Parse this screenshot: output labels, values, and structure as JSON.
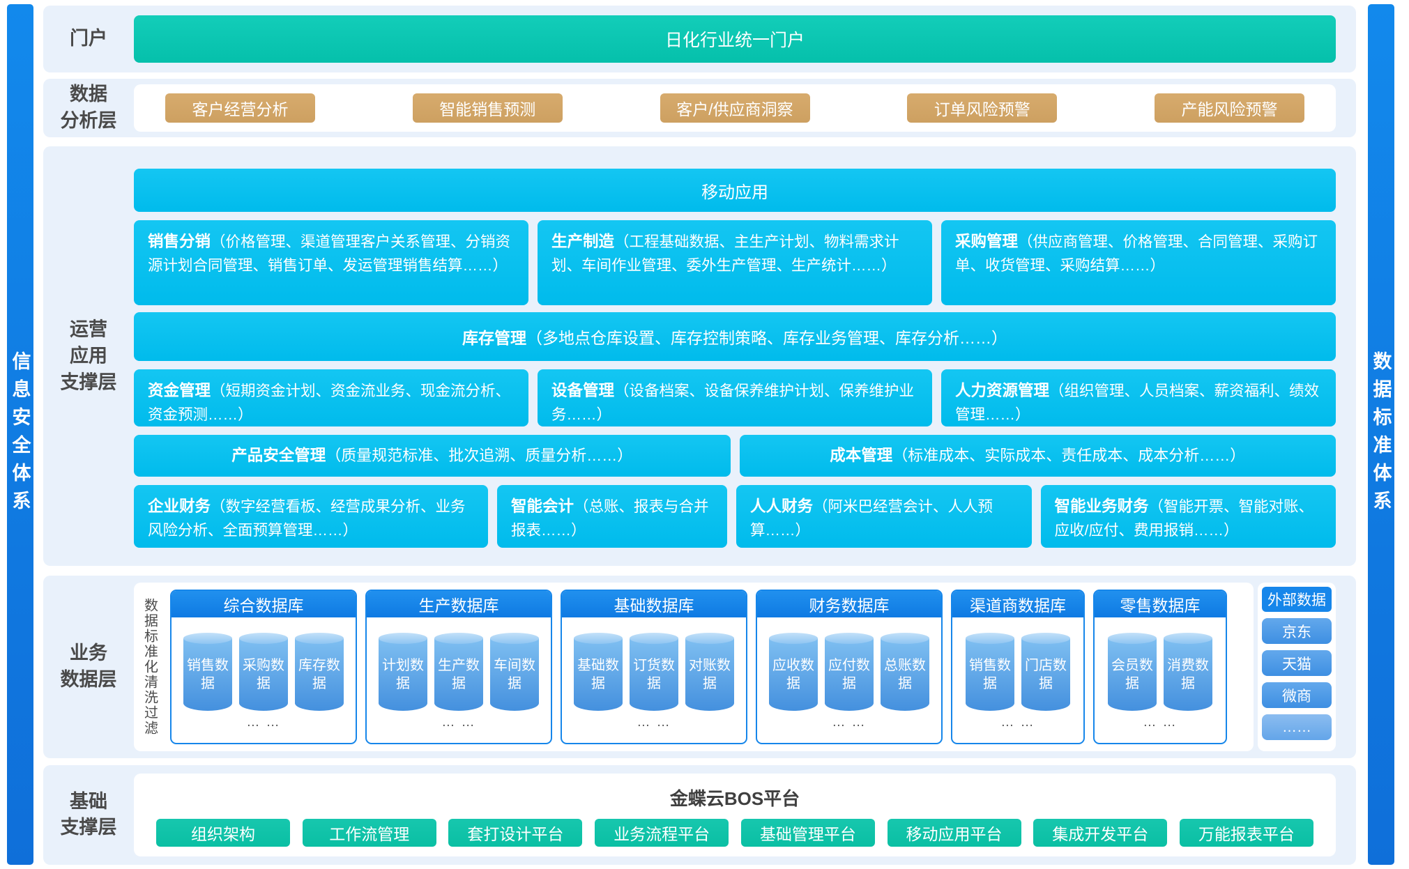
{
  "colors": {
    "side_bar_blue": "#1080e6",
    "section_bg": "#e9f1fb",
    "portal_teal": "#0ac6b2",
    "analysis_tan": "#d2a466",
    "module_cyan": "#0ac0ef",
    "db_blue": "#1686ea",
    "cylinder_blue": "#4490de",
    "platform_teal": "#10c2a8"
  },
  "side_bars": {
    "left": "信息安全体系",
    "right": "数据标准体系"
  },
  "portal": {
    "label": "门户",
    "bar_label": "日化行业统一门户"
  },
  "analysis": {
    "label": "数据\n分析层",
    "buttons": [
      "客户经营分析",
      "智能销售预测",
      "客户/供应商洞察",
      "订单风险预警",
      "产能风险预警"
    ]
  },
  "operations": {
    "label": "运营\n应用\n支撑层",
    "mobile_bar": "移动应用",
    "row1": [
      {
        "title": "销售分销",
        "desc": "（价格管理、渠道管理客户关系管理、分销资源计划合同管理、销售订单、发运管理销售结算……）"
      },
      {
        "title": "生产制造",
        "desc": "（工程基础数据、主生产计划、物料需求计划、车间作业管理、委外生产管理、生产统计……）"
      },
      {
        "title": "采购管理",
        "desc": "（供应商管理、价格管理、合同管理、采购订单、收货管理、采购结算……）"
      }
    ],
    "inventory": {
      "title": "库存管理",
      "desc": "（多地点仓库设置、库存控制策略、库存业务管理、库存分析……）"
    },
    "row2": [
      {
        "title": "资金管理",
        "desc": "（短期资金计划、资金流业务、现金流分析、资金预测……）"
      },
      {
        "title": "设备管理",
        "desc": "（设备档案、设备保养维护计划、保养维护业务……）"
      },
      {
        "title": "人力资源管理",
        "desc": "（组织管理、人员档案、薪资福利、绩效管理……）"
      }
    ],
    "row3": [
      {
        "title": "产品安全管理",
        "desc": "（质量规范标准、批次追溯、质量分析……）"
      },
      {
        "title": "成本管理",
        "desc": "（标准成本、实际成本、责任成本、成本分析……）"
      }
    ],
    "row4": [
      {
        "title": "企业财务",
        "desc": "（数字经营看板、经营成果分析、业务风险分析、全面预算管理……）"
      },
      {
        "title": "智能会计",
        "desc": "（总账、报表与合并报表……）"
      },
      {
        "title": "人人财务",
        "desc": "（阿米巴经营会计、人人预算……）"
      },
      {
        "title": "智能业务财务",
        "desc": "（智能开票、智能对账、应收/应付、费用报销……）"
      }
    ]
  },
  "data_layer": {
    "label": "业务\n数据层",
    "filter_strip": "数据标准化清洗过滤",
    "more_dots": "…  …",
    "groups": [
      {
        "name": "综合数据库",
        "cylinders": [
          "销售数据",
          "采购数据",
          "库存数据"
        ]
      },
      {
        "name": "生产数据库",
        "cylinders": [
          "计划数据",
          "生产数据",
          "车间数据"
        ]
      },
      {
        "name": "基础数据库",
        "cylinders": [
          "基础数据",
          "订货数据",
          "对账数据"
        ]
      },
      {
        "name": "财务数据库",
        "cylinders": [
          "应收数据",
          "应付数据",
          "总账数据"
        ]
      },
      {
        "name": "渠道商数据库",
        "cylinders": [
          "销售数据",
          "门店数据"
        ]
      },
      {
        "name": "零售数据库",
        "cylinders": [
          "会员数据",
          "消费数据"
        ]
      }
    ],
    "external": {
      "name": "外部数据",
      "items": [
        "京东",
        "天猫",
        "微商",
        "……"
      ]
    }
  },
  "foundation": {
    "label": "基础\n支撑层",
    "title": "金蝶云BOS平台",
    "buttons": [
      "组织架构",
      "工作流管理",
      "套打设计平台",
      "业务流程平台",
      "基础管理平台",
      "移动应用平台",
      "集成开发平台",
      "万能报表平台"
    ]
  }
}
